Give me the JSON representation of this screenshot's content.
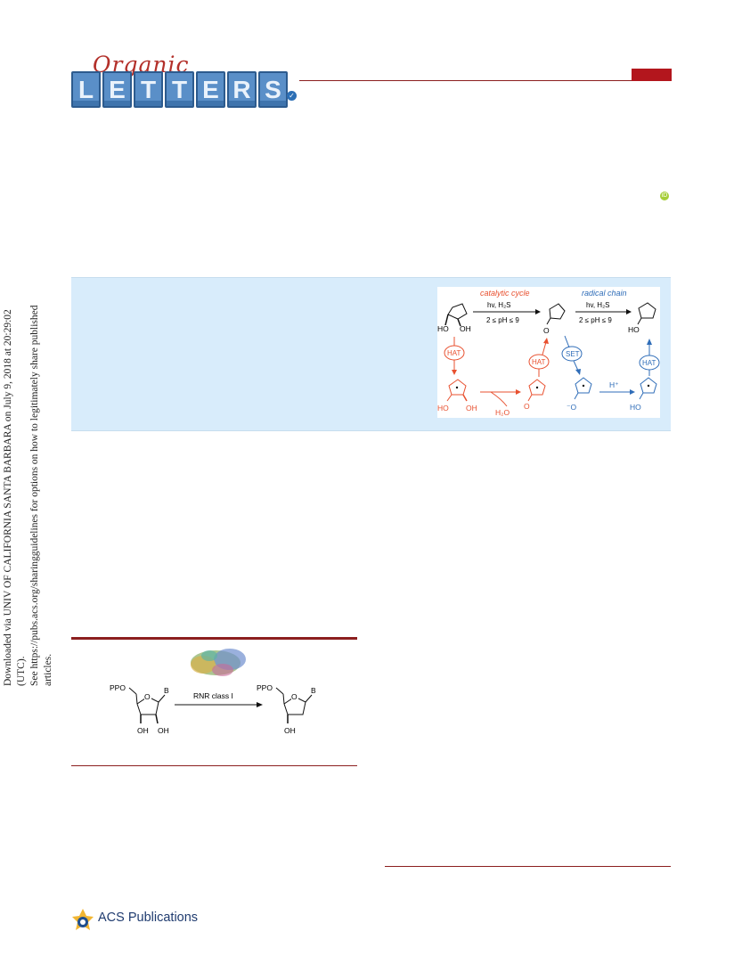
{
  "header": {
    "journal_script": "Organic",
    "journal_letters": [
      "L",
      "E",
      "T",
      "T",
      "E",
      "R",
      "S"
    ]
  },
  "side_note": {
    "line1": "Downloaded via UNIV OF CALIFORNIA SANTA BARBARA on July 9, 2018 at 20:29:02 (UTC).",
    "line2": "See https://pubs.acs.org/sharingguidelines for options on how to legitimately share published articles."
  },
  "toc_graphic": {
    "catalytic_cycle": "catalytic cycle",
    "radical_chain": "radical chain",
    "conditions_1": "hv, H₂S",
    "ph_range_1": "2 ≤ pH ≤ 9",
    "conditions_2": "hv, H₂S",
    "ph_range_2": "2 ≤ pH ≤ 9",
    "hat_1": "HAT",
    "hat_2": "HAT",
    "set": "SET",
    "hat_3": "HAT",
    "h2o": "H₂O",
    "h_plus": "H⁺",
    "ho_1": "HO",
    "oh_1": "OH",
    "o_1": "O",
    "ho_2": "HO",
    "ho_3": "HO",
    "oh_3": "OH",
    "o_3": "O",
    "o_anion": "⁻O",
    "ho_4": "HO",
    "colors": {
      "red": "#e8502f",
      "blue": "#2f6db8"
    }
  },
  "scheme": {
    "ppo_left": "PPO",
    "o_left": "O",
    "b_left": "B",
    "oh_a": "OH",
    "oh_b": "OH",
    "enzyme": "RNR class I",
    "ppo_right": "PPO",
    "o_right": "O",
    "b_right": "B",
    "oh_right": "OH"
  },
  "footer": {
    "publisher_bold": "ACS",
    "publisher_rest": " Publications"
  }
}
